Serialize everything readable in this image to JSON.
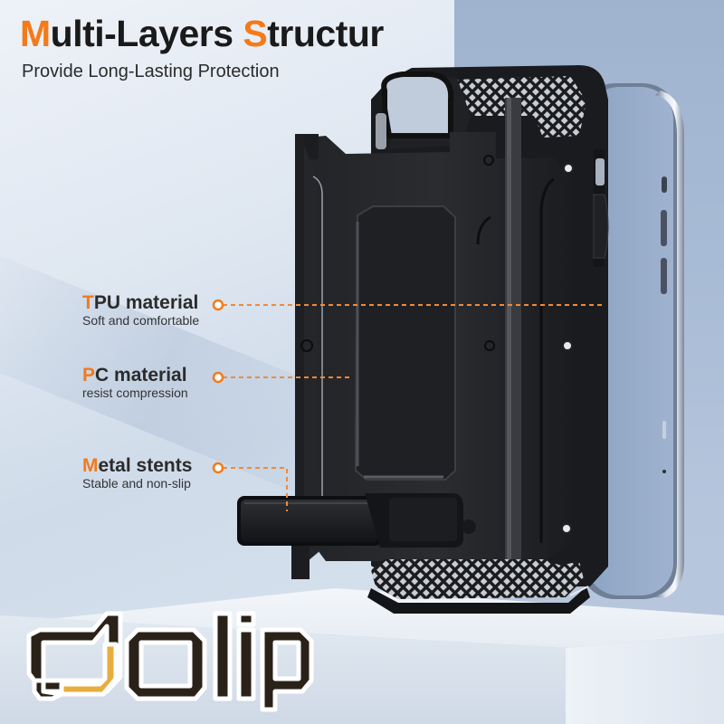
{
  "header": {
    "title_accent_1": "M",
    "title_part_1": "ulti-Layers ",
    "title_accent_2": "S",
    "title_part_2": "tructur",
    "subtitle": "Provide Long-Lasting Protection"
  },
  "features": [
    {
      "accent": "T",
      "name": "PU material",
      "desc": "Soft and comfortable"
    },
    {
      "accent": "P",
      "name": "C material",
      "desc": "resist compression"
    },
    {
      "accent": "M",
      "name": "etal stents",
      "desc": "Stable and non-slip"
    }
  ],
  "brand": {
    "logo_text": "dolip"
  },
  "colors": {
    "accent": "#f47a1a",
    "text_dark": "#1a1a1a",
    "case_black": "#1e1f22",
    "logo_dark": "#2a2118",
    "logo_gold": "#e8ad3f",
    "bg_light": "#e7edf5",
    "bg_blue": "#a9bcd6"
  }
}
